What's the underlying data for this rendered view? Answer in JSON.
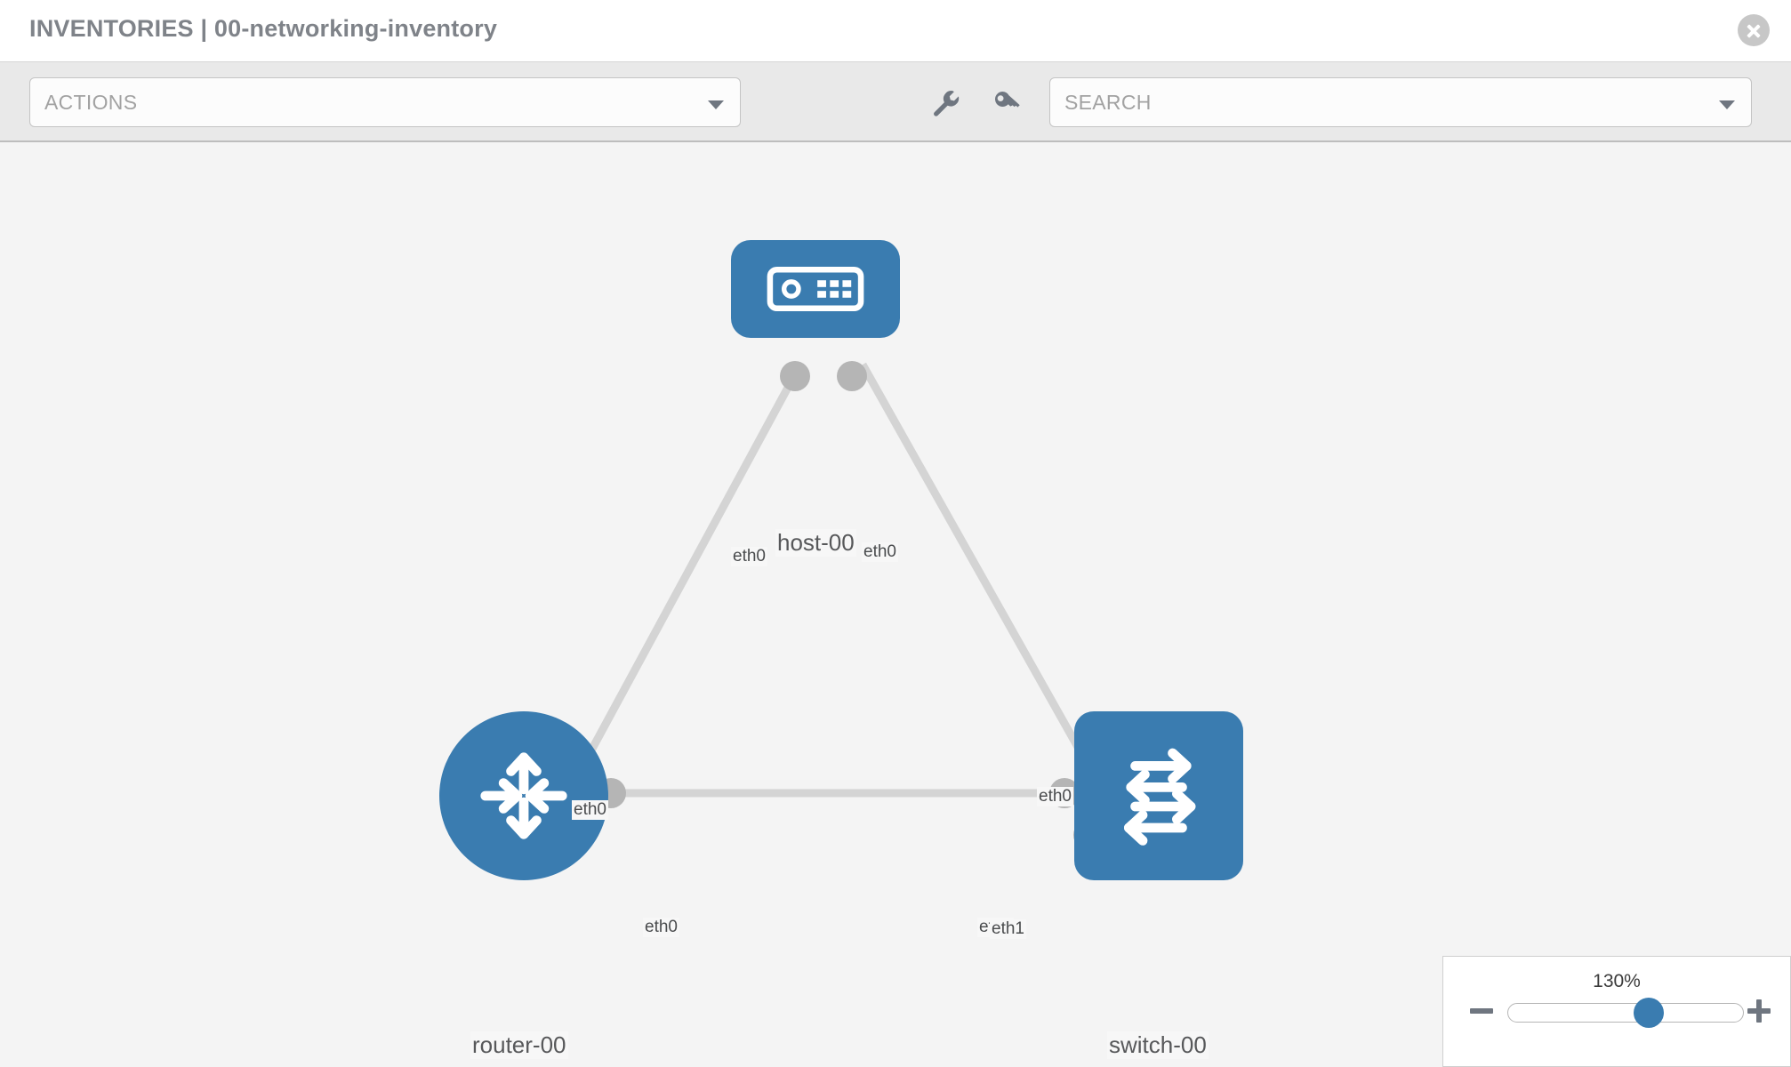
{
  "header": {
    "title": "INVENTORIES | 00-networking-inventory",
    "close_icon": "close-circle-icon"
  },
  "toolbar": {
    "actions_select": {
      "label": "ACTIONS",
      "caret_icon": "chevron-down-icon"
    },
    "wrench_icon": "wrench-icon",
    "key_icon": "key-icon",
    "search_select": {
      "placeholder": "SEARCH",
      "value": "SEARCH",
      "caret_icon": "chevron-down-icon"
    }
  },
  "topology": {
    "nodes": [
      {
        "id": "host-00",
        "label": "host-00",
        "shape": "square",
        "icon": "server-device-icon",
        "color": "#3a7cb0"
      },
      {
        "id": "router-00",
        "label": "router-00",
        "shape": "circle",
        "icon": "router-arrows-icon",
        "color": "#3a7cb0"
      },
      {
        "id": "switch-00",
        "label": "switch-00",
        "shape": "square",
        "icon": "switch-arrows-icon",
        "color": "#3a7cb0"
      }
    ],
    "links": [
      {
        "from": "host-00",
        "to": "router-00",
        "from_port": "eth0",
        "to_port": "eth0"
      },
      {
        "from": "host-00",
        "to": "switch-00",
        "from_port": "eth0",
        "to_port": "eth0"
      },
      {
        "from": "router-00",
        "to": "switch-00",
        "from_port": "eth0",
        "to_port": "eth1",
        "to_port_overlap": "eth0"
      }
    ],
    "port_labels": {
      "host_left": "eth0",
      "host_right": "eth0",
      "router_top": "eth0",
      "switch_top": "eth0",
      "router_right": "eth0",
      "switch_left_back": "eth0",
      "switch_left_front": "eth1"
    }
  },
  "zoom_control": {
    "value": "130%",
    "minus_icon": "minus-icon",
    "plus_icon": "plus-icon",
    "slider_percent": 60
  }
}
